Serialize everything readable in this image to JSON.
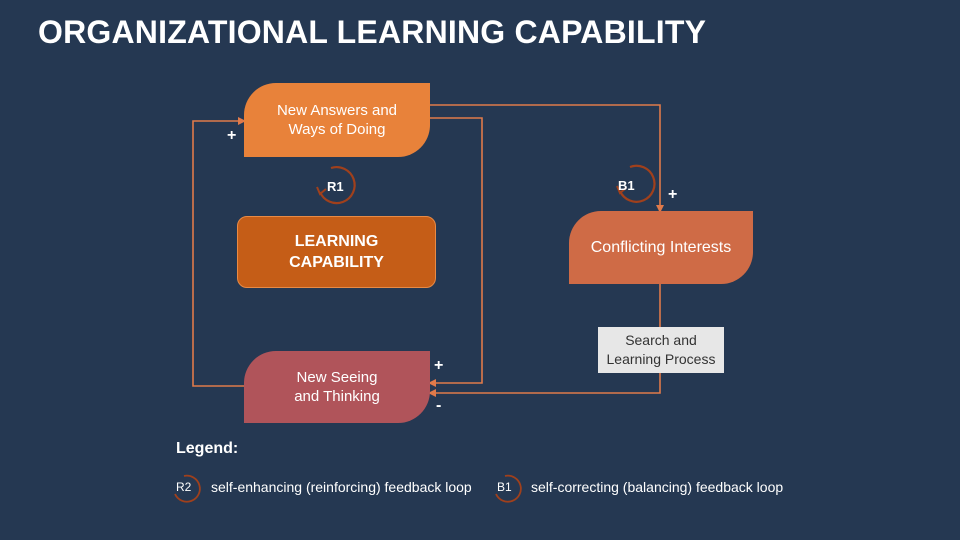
{
  "title": "ORGANIZATIONAL LEARNING CAPABILITY",
  "nodes": {
    "answers": {
      "line1": "New Answers and",
      "line2": "Ways of Doing"
    },
    "capability": {
      "line1": "LEARNING",
      "line2": "CAPABILITY"
    },
    "seeing": {
      "line1": "New Seeing",
      "line2": "and Thinking"
    },
    "conflict": {
      "label": "Conflicting Interests"
    },
    "search": {
      "line1": "Search and",
      "line2": "Learning Process"
    }
  },
  "loops": {
    "r1": "R1",
    "b1": "B1"
  },
  "signs": {
    "answers_in": "+",
    "conflict_in": "+",
    "seeing_in_top": "+",
    "seeing_in_bottom": "-"
  },
  "legend": {
    "title": "Legend:",
    "r_badge": "R2",
    "r_text": "self-enhancing (reinforcing) feedback loop",
    "b_badge": "B1",
    "b_text": "self-correcting (balancing) feedback loop"
  },
  "colors": {
    "background": "#253852",
    "connector": "#e07a4a",
    "answers": "#e8823a",
    "capability": "#c55d17",
    "seeing": "#b0545a",
    "conflict": "#cf6b46"
  }
}
